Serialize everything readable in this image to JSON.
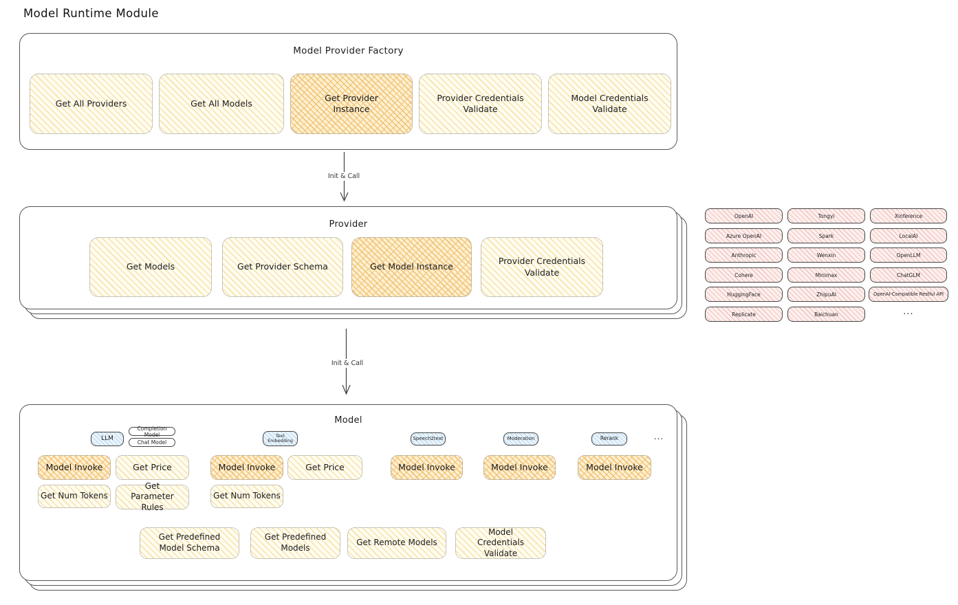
{
  "page_title": "Model Runtime Module",
  "colors": {
    "stroke": "#454545",
    "dotted_border": "#8f8f8f",
    "yellow_fill": "#fffcf0",
    "yellow_hatch": "#f6e3ab",
    "orange_fill": "#fdf1d3",
    "orange_hatch": "#f3c377",
    "pink_fill": "#fdf0ee",
    "pink_hatch": "#f1c3bf",
    "blue_fill": "#eaf4fc",
    "blue_hatch": "#bcd9ef"
  },
  "arrows": [
    {
      "label": "Init & Call"
    },
    {
      "label": "Init & Call"
    }
  ],
  "factory": {
    "title": "Model Provider Factory",
    "buttons": [
      {
        "label": "Get All Providers",
        "highlight": false
      },
      {
        "label": "Get All Models",
        "highlight": false
      },
      {
        "label": "Get Provider Instance",
        "highlight": true
      },
      {
        "label": "Provider Credentials Validate",
        "highlight": false
      },
      {
        "label": "Model Credentials Validate",
        "highlight": false
      }
    ]
  },
  "provider": {
    "title": "Provider",
    "buttons": [
      {
        "label": "Get Models",
        "highlight": false
      },
      {
        "label": "Get Provider Schema",
        "highlight": false
      },
      {
        "label": "Get Model Instance",
        "highlight": true
      },
      {
        "label": "Provider Credentials Validate",
        "highlight": false
      }
    ]
  },
  "provider_list": {
    "col1": [
      "OpenAI",
      "Azure OpenAI",
      "Anthropic",
      "Cohere",
      "HuggingFace",
      "Replicate"
    ],
    "col2": [
      "Tongyi",
      "Spark",
      "Wenxin",
      "Minimax",
      "ZhipuAI",
      "Baichuan"
    ],
    "col3": [
      "Xinference",
      "LocalAI",
      "OpenLLM",
      "ChatGLM",
      "OpenAI-Compatible Restful API"
    ],
    "ellipsis": "..."
  },
  "model": {
    "title": "Model",
    "ellipsis": "...",
    "types": {
      "llm": {
        "tag": "LLM",
        "subtags": [
          "Completion Model",
          "Chat Model"
        ],
        "buttons": [
          {
            "label": "Model Invoke",
            "highlight": true
          },
          {
            "label": "Get Price",
            "highlight": false
          },
          {
            "label": "Get Num Tokens",
            "highlight": false
          },
          {
            "label": "Get Parameter Rules",
            "highlight": false
          }
        ]
      },
      "text_embedding": {
        "tag": "Text Embedding",
        "buttons": [
          {
            "label": "Model Invoke",
            "highlight": true
          },
          {
            "label": "Get Price",
            "highlight": false
          },
          {
            "label": "Get Num Tokens",
            "highlight": false
          }
        ]
      },
      "speech2text": {
        "tag": "Speech2text",
        "buttons": [
          {
            "label": "Model Invoke",
            "highlight": true
          }
        ]
      },
      "moderation": {
        "tag": "Moderation",
        "buttons": [
          {
            "label": "Model Invoke",
            "highlight": true
          }
        ]
      },
      "rerank": {
        "tag": "Rerank",
        "buttons": [
          {
            "label": "Model Invoke",
            "highlight": true
          }
        ]
      }
    },
    "shared_buttons": [
      {
        "label": "Get Predefined Model Schema"
      },
      {
        "label": "Get Predefined Models"
      },
      {
        "label": "Get Remote Models"
      },
      {
        "label": "Model Credentials Validate"
      }
    ]
  }
}
